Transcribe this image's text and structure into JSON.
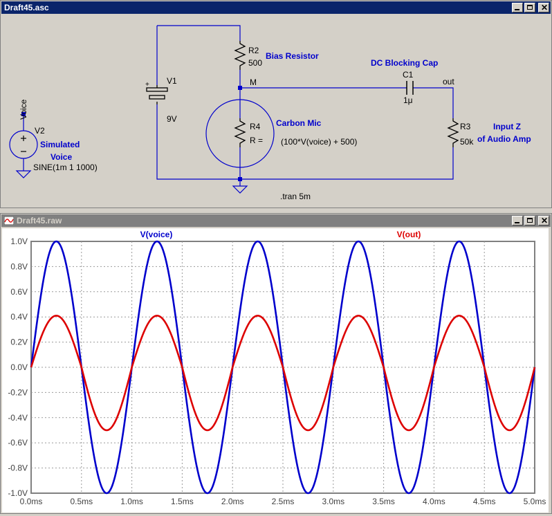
{
  "schematic_window": {
    "title": "Draft45.asc",
    "controls": {
      "minimize": "minimize",
      "maximize": "maximize",
      "close": "close"
    }
  },
  "schematic": {
    "r2_name": "R2",
    "r2_value": "500",
    "r2_note": "Bias Resistor",
    "v1_name": "V1",
    "v1_value": "9V",
    "v1_plus": "+",
    "node_m": "M",
    "c1_heading": "DC Blocking Cap",
    "c1_name": "C1",
    "c1_value": "1μ",
    "node_out": "out",
    "r4_name": "R4",
    "r4_value": "R =",
    "r4_note": "Carbon Mic",
    "r4_expr": "(100*V(voice) + 500)",
    "r3_name": "R3",
    "r3_value": "50k",
    "r3_note_1": "Input Z",
    "r3_note_2": "of Audio Amp",
    "v2_node": "Voice",
    "v2_name": "V2",
    "v2_note_1": "Simulated",
    "v2_note_2": "Voice",
    "v2_value": "SINE(1m 1 1000)",
    "directive": ".tran 5m"
  },
  "waveform_window": {
    "title": "Draft45.raw",
    "controls": {
      "minimize": "minimize",
      "maximize": "maximize",
      "close": "close"
    }
  },
  "colors": {
    "voice": "#0000cc",
    "out": "#dd0000",
    "label_blue": "#0000cc",
    "wire": "#0000cc"
  },
  "chart_data": {
    "type": "line",
    "x_unit": "ms",
    "xlim": [
      0,
      5
    ],
    "ylim": [
      -1.0,
      1.0
    ],
    "x_ticks": [
      "0.0ms",
      "0.5ms",
      "1.0ms",
      "1.5ms",
      "2.0ms",
      "2.5ms",
      "3.0ms",
      "3.5ms",
      "4.0ms",
      "4.5ms",
      "5.0ms"
    ],
    "y_ticks": [
      "1.0V",
      "0.8V",
      "0.6V",
      "0.4V",
      "0.2V",
      "0.0V",
      "-0.2V",
      "-0.4V",
      "-0.6V",
      "-0.8V",
      "-1.0V"
    ],
    "grid": true,
    "series": [
      {
        "name": "V(voice)",
        "color": "#0000cc",
        "frequency_hz": 1000,
        "amplitude": 1.0,
        "offset": 0.0,
        "x": [
          0,
          0.25,
          0.5,
          0.75,
          1.0,
          1.25,
          1.5,
          1.75,
          2.0,
          2.25,
          2.5,
          2.75,
          3.0,
          3.25,
          3.5,
          3.75,
          4.0,
          4.25,
          4.5,
          4.75,
          5.0
        ],
        "values": [
          0,
          1.0,
          0,
          -1.0,
          0,
          1.0,
          0,
          -1.0,
          0,
          1.0,
          0,
          -1.0,
          0,
          1.0,
          0,
          -1.0,
          0,
          1.0,
          0,
          -1.0,
          0
        ]
      },
      {
        "name": "V(out)",
        "color": "#dd0000",
        "frequency_hz": 1000,
        "x": [
          0,
          0.25,
          0.5,
          0.75,
          1.0,
          1.25,
          1.5,
          1.75,
          2.0,
          2.25,
          2.5,
          2.75,
          3.0,
          3.25,
          3.5,
          3.75,
          4.0,
          4.25,
          4.5,
          4.75,
          5.0
        ],
        "values": [
          0,
          0.41,
          0,
          -0.5,
          0,
          0.41,
          0,
          -0.5,
          0,
          0.41,
          0,
          -0.5,
          0,
          0.41,
          0,
          -0.5,
          0,
          0.41,
          0,
          -0.5,
          0
        ]
      }
    ]
  }
}
